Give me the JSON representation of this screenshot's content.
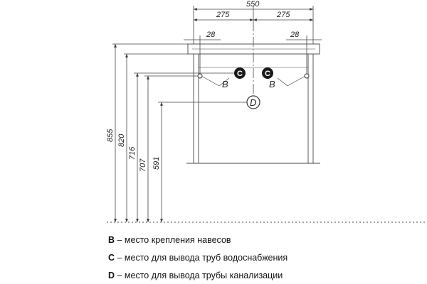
{
  "dimensions": {
    "overall_width": "550",
    "half_width_left": "275",
    "half_width_right": "275",
    "edge_left": "28",
    "edge_right": "28",
    "h_855": "855",
    "h_820": "820",
    "h_716": "716",
    "h_707": "707",
    "h_591": "591"
  },
  "markers": {
    "b_left": "B",
    "b_right": "B",
    "c_left": "C",
    "c_right": "C",
    "d": "D"
  },
  "legend": [
    {
      "letter": "B",
      "text": " – место крепления навесов"
    },
    {
      "letter": "C",
      "text": " – место для вывода труб водоснабжения"
    },
    {
      "letter": "D",
      "text": " – место для вывода трубы канализации"
    }
  ]
}
